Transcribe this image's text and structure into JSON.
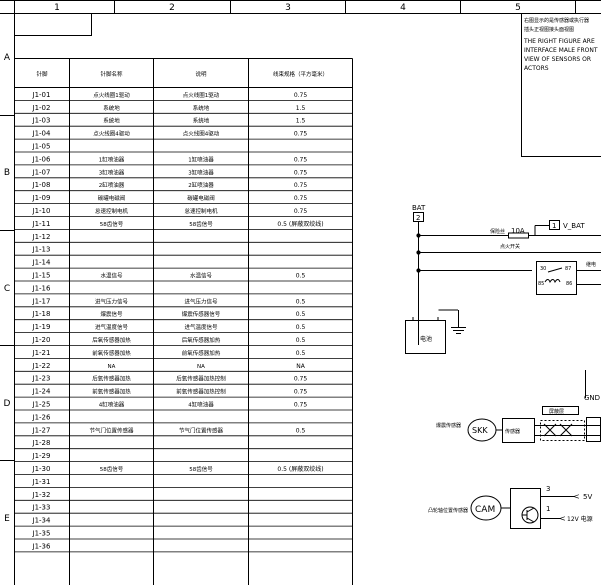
{
  "frame": {
    "columns": [
      "1",
      "2",
      "3",
      "4",
      "5"
    ],
    "rows": [
      "A",
      "B",
      "C",
      "D",
      "E"
    ]
  },
  "note": {
    "cn_lines": [
      "右图显示的是传感器或执行器",
      "插头正视图接头面视图"
    ],
    "en_lines": [
      "THE RIGHT FIGURE ARE",
      "INTERFACE MALE FRONT",
      "VIEW OF SENSORS OR",
      "ACTORS"
    ]
  },
  "table": {
    "headers": [
      "针脚",
      "针脚名称",
      "说明",
      "线束规格（平方毫米）"
    ],
    "rows": [
      [
        "J1-01",
        "点火线圈1驱动",
        "点火线圈1驱动",
        "0.75"
      ],
      [
        "J1-02",
        "系统地",
        "系统地",
        "1.5"
      ],
      [
        "J1-03",
        "系统地",
        "系统地",
        "1.5"
      ],
      [
        "J1-04",
        "点火线圈4驱动",
        "点火线圈4驱动",
        "0.75"
      ],
      [
        "J1-05",
        "",
        "",
        ""
      ],
      [
        "J1-06",
        "1缸喷油器",
        "1缸喷油器",
        "0.75"
      ],
      [
        "J1-07",
        "3缸喷油器",
        "3缸喷油器",
        "0.75"
      ],
      [
        "J1-08",
        "2缸喷油器",
        "2缸喷油器",
        "0.75"
      ],
      [
        "J1-09",
        "碳罐电磁阀",
        "碳罐电磁阀",
        "0.75"
      ],
      [
        "J1-10",
        "怠速控制电机",
        "怠速控制电机",
        "0.75"
      ],
      [
        "J1-11",
        "58齿信号",
        "58齿信号",
        "0.5 (屏蔽双绞线)"
      ],
      [
        "J1-12",
        "",
        "",
        ""
      ],
      [
        "J1-13",
        "",
        "",
        ""
      ],
      [
        "J1-14",
        "",
        "",
        ""
      ],
      [
        "J1-15",
        "水温信号",
        "水温信号",
        "0.5"
      ],
      [
        "J1-16",
        "",
        "",
        ""
      ],
      [
        "J1-17",
        "进气压力信号",
        "进气压力信号",
        "0.5"
      ],
      [
        "J1-18",
        "爆震信号",
        "爆震传感器信号",
        "0.5"
      ],
      [
        "J1-19",
        "进气温度信号",
        "进气温度信号",
        "0.5"
      ],
      [
        "J1-20",
        "后氧传感器加热",
        "后氧传感器加热",
        "0.5"
      ],
      [
        "J1-21",
        "前氧传感器加热",
        "前氧传感器加热",
        "0.5"
      ],
      [
        "J1-22",
        "NA",
        "NA",
        "NA"
      ],
      [
        "J1-23",
        "后氧传感器加热",
        "后氧传感器加热控制",
        "0.75"
      ],
      [
        "J1-24",
        "前氧传感器加热",
        "前氧传感器加热控制",
        "0.75"
      ],
      [
        "J1-25",
        "4缸喷油器",
        "4缸喷油器",
        "0.75"
      ],
      [
        "J1-26",
        "",
        "",
        ""
      ],
      [
        "J1-27",
        "节气门位置传感器",
        "节气门位置传感器",
        "0.5"
      ],
      [
        "J1-28",
        "",
        "",
        ""
      ],
      [
        "J1-29",
        "",
        "",
        ""
      ],
      [
        "J1-30",
        "58齿信号",
        "58齿信号",
        "0.5 (屏蔽双绞线)"
      ],
      [
        "J1-31",
        "",
        "",
        ""
      ],
      [
        "J1-32",
        "",
        "",
        ""
      ],
      [
        "J1-33",
        "",
        "",
        ""
      ],
      [
        "J1-34",
        "",
        "",
        ""
      ],
      [
        "J1-35",
        "",
        "",
        ""
      ],
      [
        "J1-36",
        "",
        "",
        ""
      ]
    ]
  },
  "schematic": {
    "bat_label": "BAT",
    "bat_pin": "2",
    "fuse_label": "10A",
    "fuse_prefix": "保险丝",
    "fuse_note": "点火开关",
    "vbat_pin": "1",
    "vbat_label": "V_BAT",
    "relay_pin_30": "30",
    "relay_pin_87": "87",
    "relay_pin_85": "85",
    "relay_pin_86": "86",
    "relay_side_label": "继电",
    "battery_label": "电池",
    "gnd_label": "GND",
    "knock_label": "爆震传感器",
    "sens_label": "传感器",
    "shield_label": "屏蔽层",
    "skk_label": "SKK",
    "cam_sensor_label": "凸轮轴位置传感器",
    "cam_label": "CAM",
    "cam_pin_3": "3",
    "cam_pin_1": "1",
    "cam_sig_5v": "5V",
    "cam_sig_12v": "12V 电源"
  }
}
